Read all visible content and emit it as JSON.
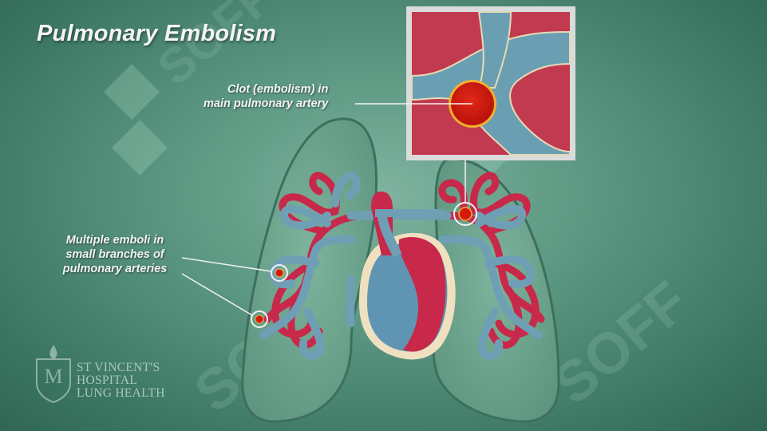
{
  "title": "Pulmonary Embolism",
  "labels": {
    "clot_line1": "Clot (embolism) in",
    "clot_line2": "main pulmonary artery",
    "emboli_line1": "Multiple emboli in",
    "emboli_line2": "small branches of",
    "emboli_line3": "pulmonary arteries"
  },
  "logo": {
    "line1": "ST VINCENT'S",
    "line2": "HOSPITAL",
    "line3": "LUNG HEALTH"
  },
  "watermark": "SOFF",
  "colors": {
    "background": "#4f8b75",
    "lung": "#6ea68f",
    "artery_red": "#c8284a",
    "vein_blue": "#6f9fb5",
    "clot": "#d41a10",
    "clot_rim": "#f0b030",
    "heart_outline": "#efe1c0",
    "label_text": "#f4f4f4"
  }
}
